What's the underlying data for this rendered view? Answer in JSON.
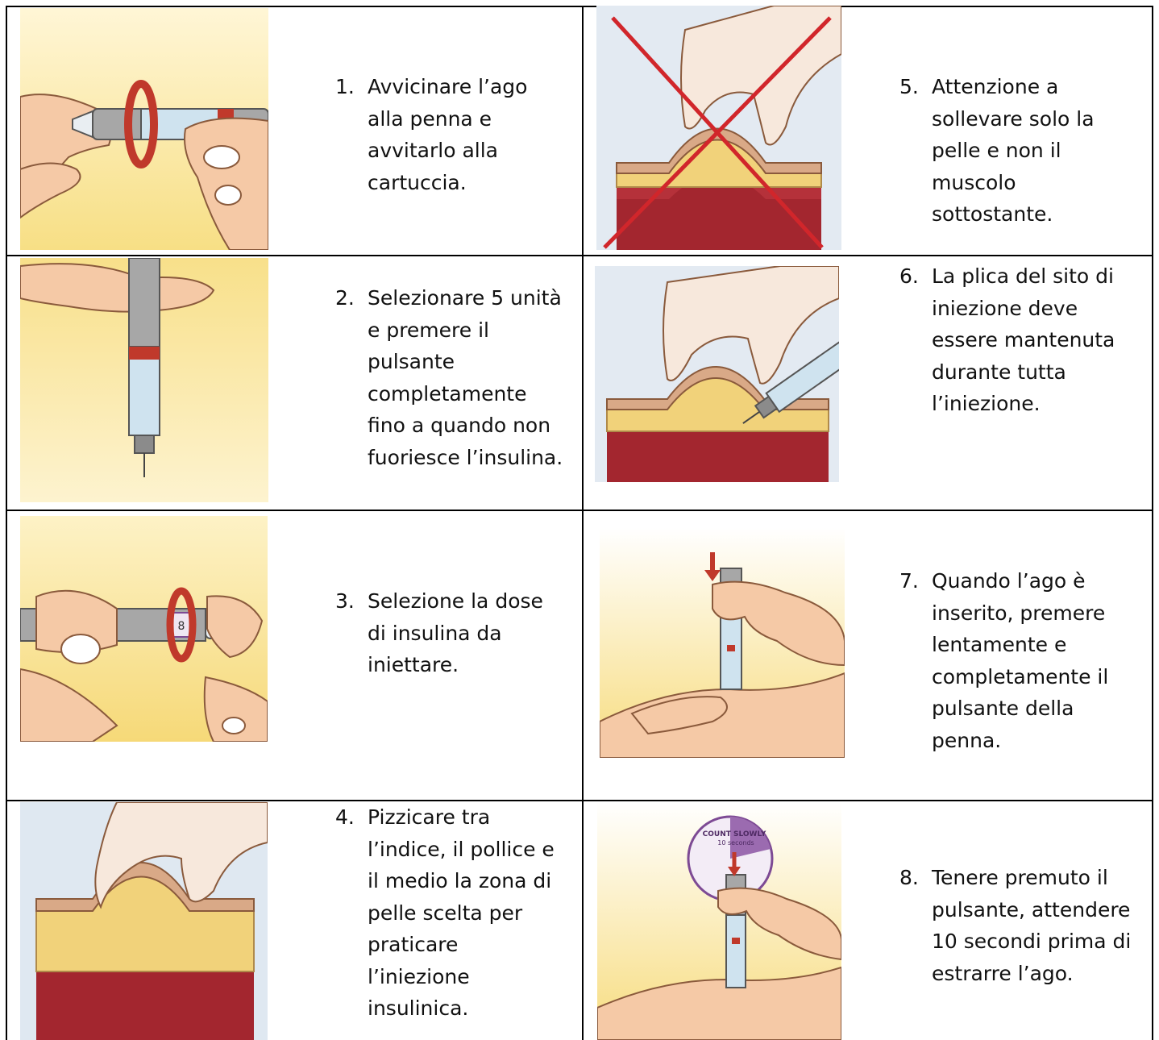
{
  "steps": [
    {
      "number": "1.",
      "text": "Avvicinare l’ago\nalla penna e\navvitarlo alla\ncartuccia."
    },
    {
      "number": "2.",
      "text": "Selezionare 5 unità\ne premere il\npulsante\ncompletamente\nfino a quando non\nfuoriesce l’insulina."
    },
    {
      "number": "3.",
      "text": "Selezione la dose\ndi insulina da\niniettare."
    },
    {
      "number": "4.",
      "text": "Pizzicare tra\nl’indice, il pollice e\nil medio la zona di\npelle scelta per\npraticare\nl’iniezione\ninsulinica."
    },
    {
      "number": "5.",
      "text": "Attenzione a\nsollevare solo la\npelle e non il\nmuscolo\nsottostante."
    },
    {
      "number": "6.",
      "text": "La plica del sito di\niniezione deve\nessere mantenuta\ndurante tutta\nl’iniezione."
    },
    {
      "number": "7.",
      "text": "Quando l’ago è\ninserito, premere\nlentamente e\ncompletamente il\npulsante della\npenna."
    },
    {
      "number": "8.",
      "text": "Tenere premuto il\npulsante, attendere\n10 secondi prima di\nestrarre l’ago."
    }
  ],
  "illustrations": {
    "count_badge_line1": "COUNT SLOWLY",
    "count_badge_line2": "10 seconds",
    "dose_window": "8"
  },
  "colors": {
    "yellow_bg": "#fbe9a2",
    "skin": "#f5c9a6",
    "muscle": "#a3262f",
    "fat": "#f1d27a",
    "pen": "#9a9a9a",
    "red_mark": "#d23a2c",
    "purple": "#7d4a94"
  }
}
